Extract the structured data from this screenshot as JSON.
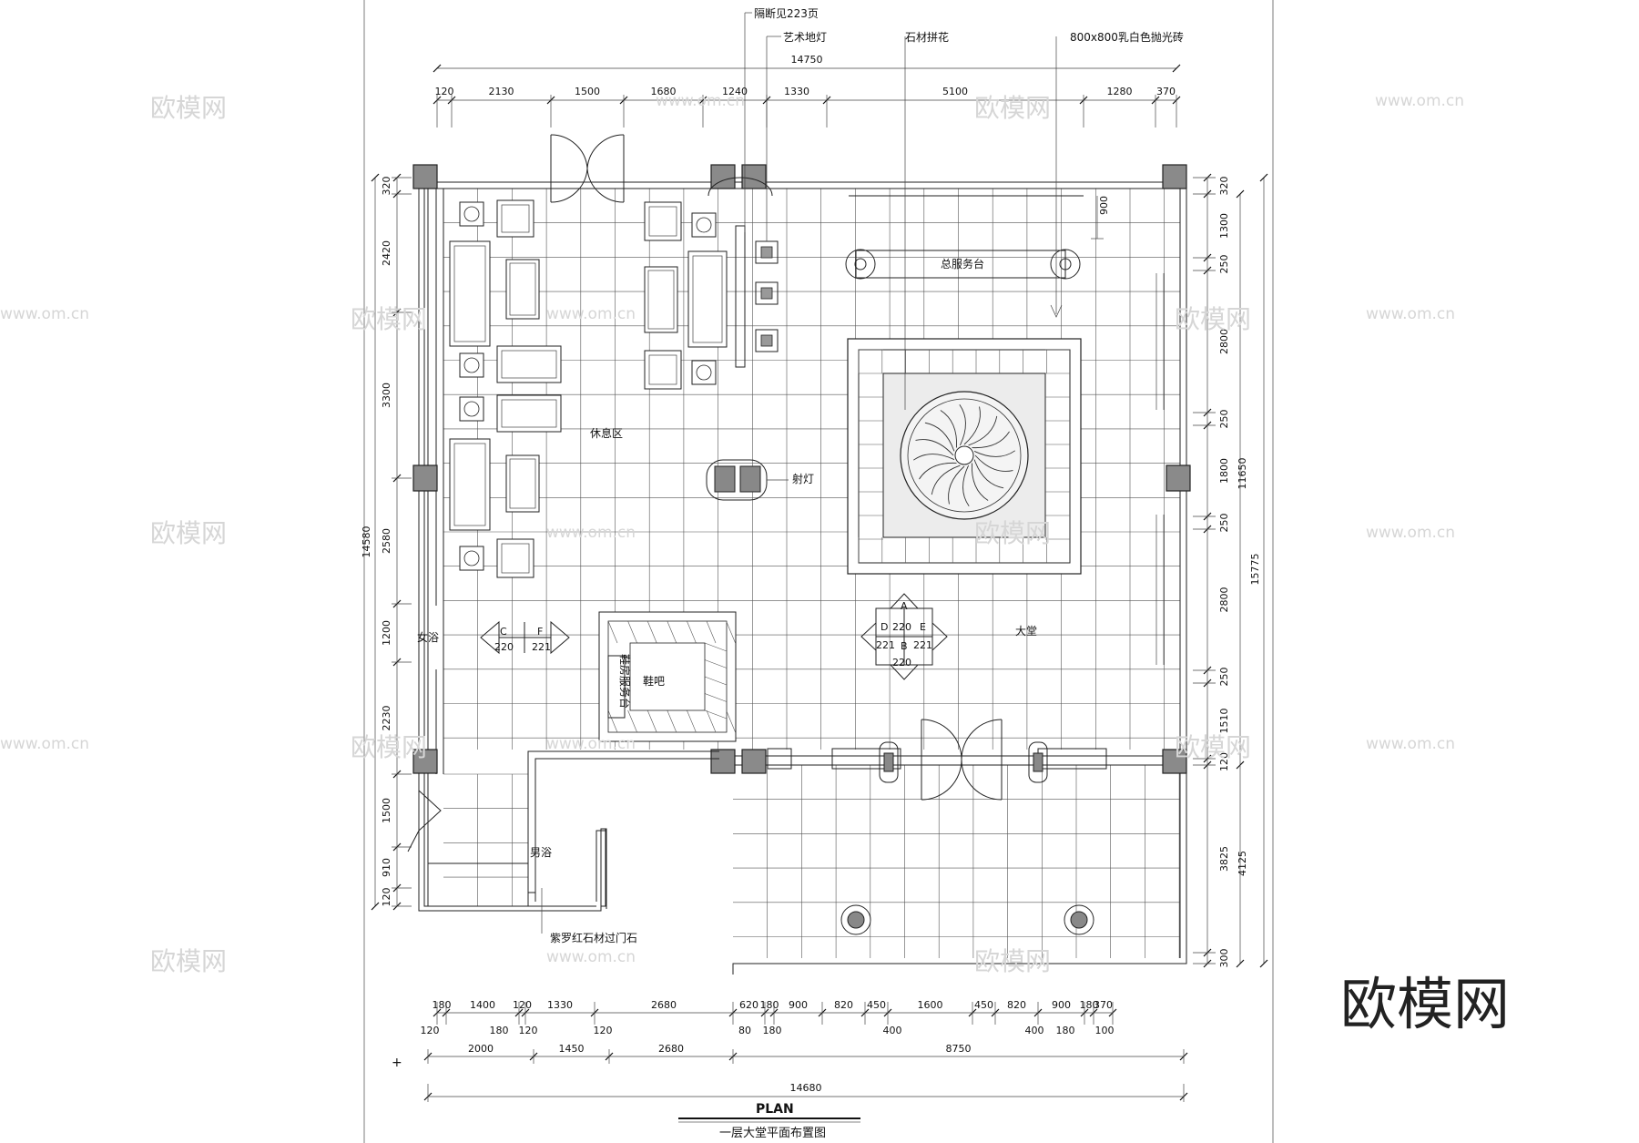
{
  "callouts": {
    "partition": "隔断见223页",
    "floor_lamp": "艺术地灯",
    "stone_inlay": "石材拼花",
    "tile": "800x800乳白色抛光砖"
  },
  "dims": {
    "top_total": "14750",
    "top": [
      "120",
      "2130",
      "1500",
      "1680",
      "1240",
      "1330",
      "5100",
      "1280",
      "370"
    ],
    "left": [
      "320",
      "2420",
      "3300",
      "2580",
      "1200",
      "2230",
      "1500",
      "910",
      "120"
    ],
    "left_total": "14580",
    "right": [
      "320",
      "1300",
      "250",
      "2800",
      "250",
      "1800",
      "250",
      "2800",
      "250",
      "1510",
      "120",
      "3825",
      "300"
    ],
    "right_total_a": "11650",
    "right_total_b": "15775",
    "right_total_c": "4125",
    "top_900": "900",
    "bottom_row1_top": [
      "180",
      "1400",
      "120",
      "1330",
      "2680",
      "620",
      "180",
      "900",
      "820",
      "450",
      "1600",
      "450",
      "820",
      "900",
      "180",
      "370"
    ],
    "bottom_row1_bot": [
      "120",
      "180",
      "120",
      "120",
      "80",
      "180",
      "400",
      "400",
      "180",
      "100"
    ],
    "bottom_row2": [
      "2000",
      "1450",
      "2680",
      "8750"
    ],
    "bottom_total": "14680"
  },
  "rooms": {
    "front_desk": "总服务台",
    "lounge": "休息区",
    "spotlight": "射灯",
    "lobby": "大堂",
    "women": "女浴",
    "men": "男浴",
    "shoe_bar": "鞋吧",
    "shoe_desk": "鞋房服务台",
    "threshold": "紫罗红石材过门石"
  },
  "markers": {
    "left": {
      "c": "C",
      "f": "F",
      "c_num": "220",
      "f_num": "221"
    },
    "center": {
      "a": "A",
      "d": "D",
      "e": "E",
      "b": "B",
      "top_num": "220",
      "left_num": "221",
      "right_num": "221",
      "bottom_num": "220"
    }
  },
  "title": {
    "plan": "PLAN",
    "name": "一层大堂平面布置图"
  },
  "watermark": {
    "text": "欧模网",
    "url": "www.om.cn"
  }
}
